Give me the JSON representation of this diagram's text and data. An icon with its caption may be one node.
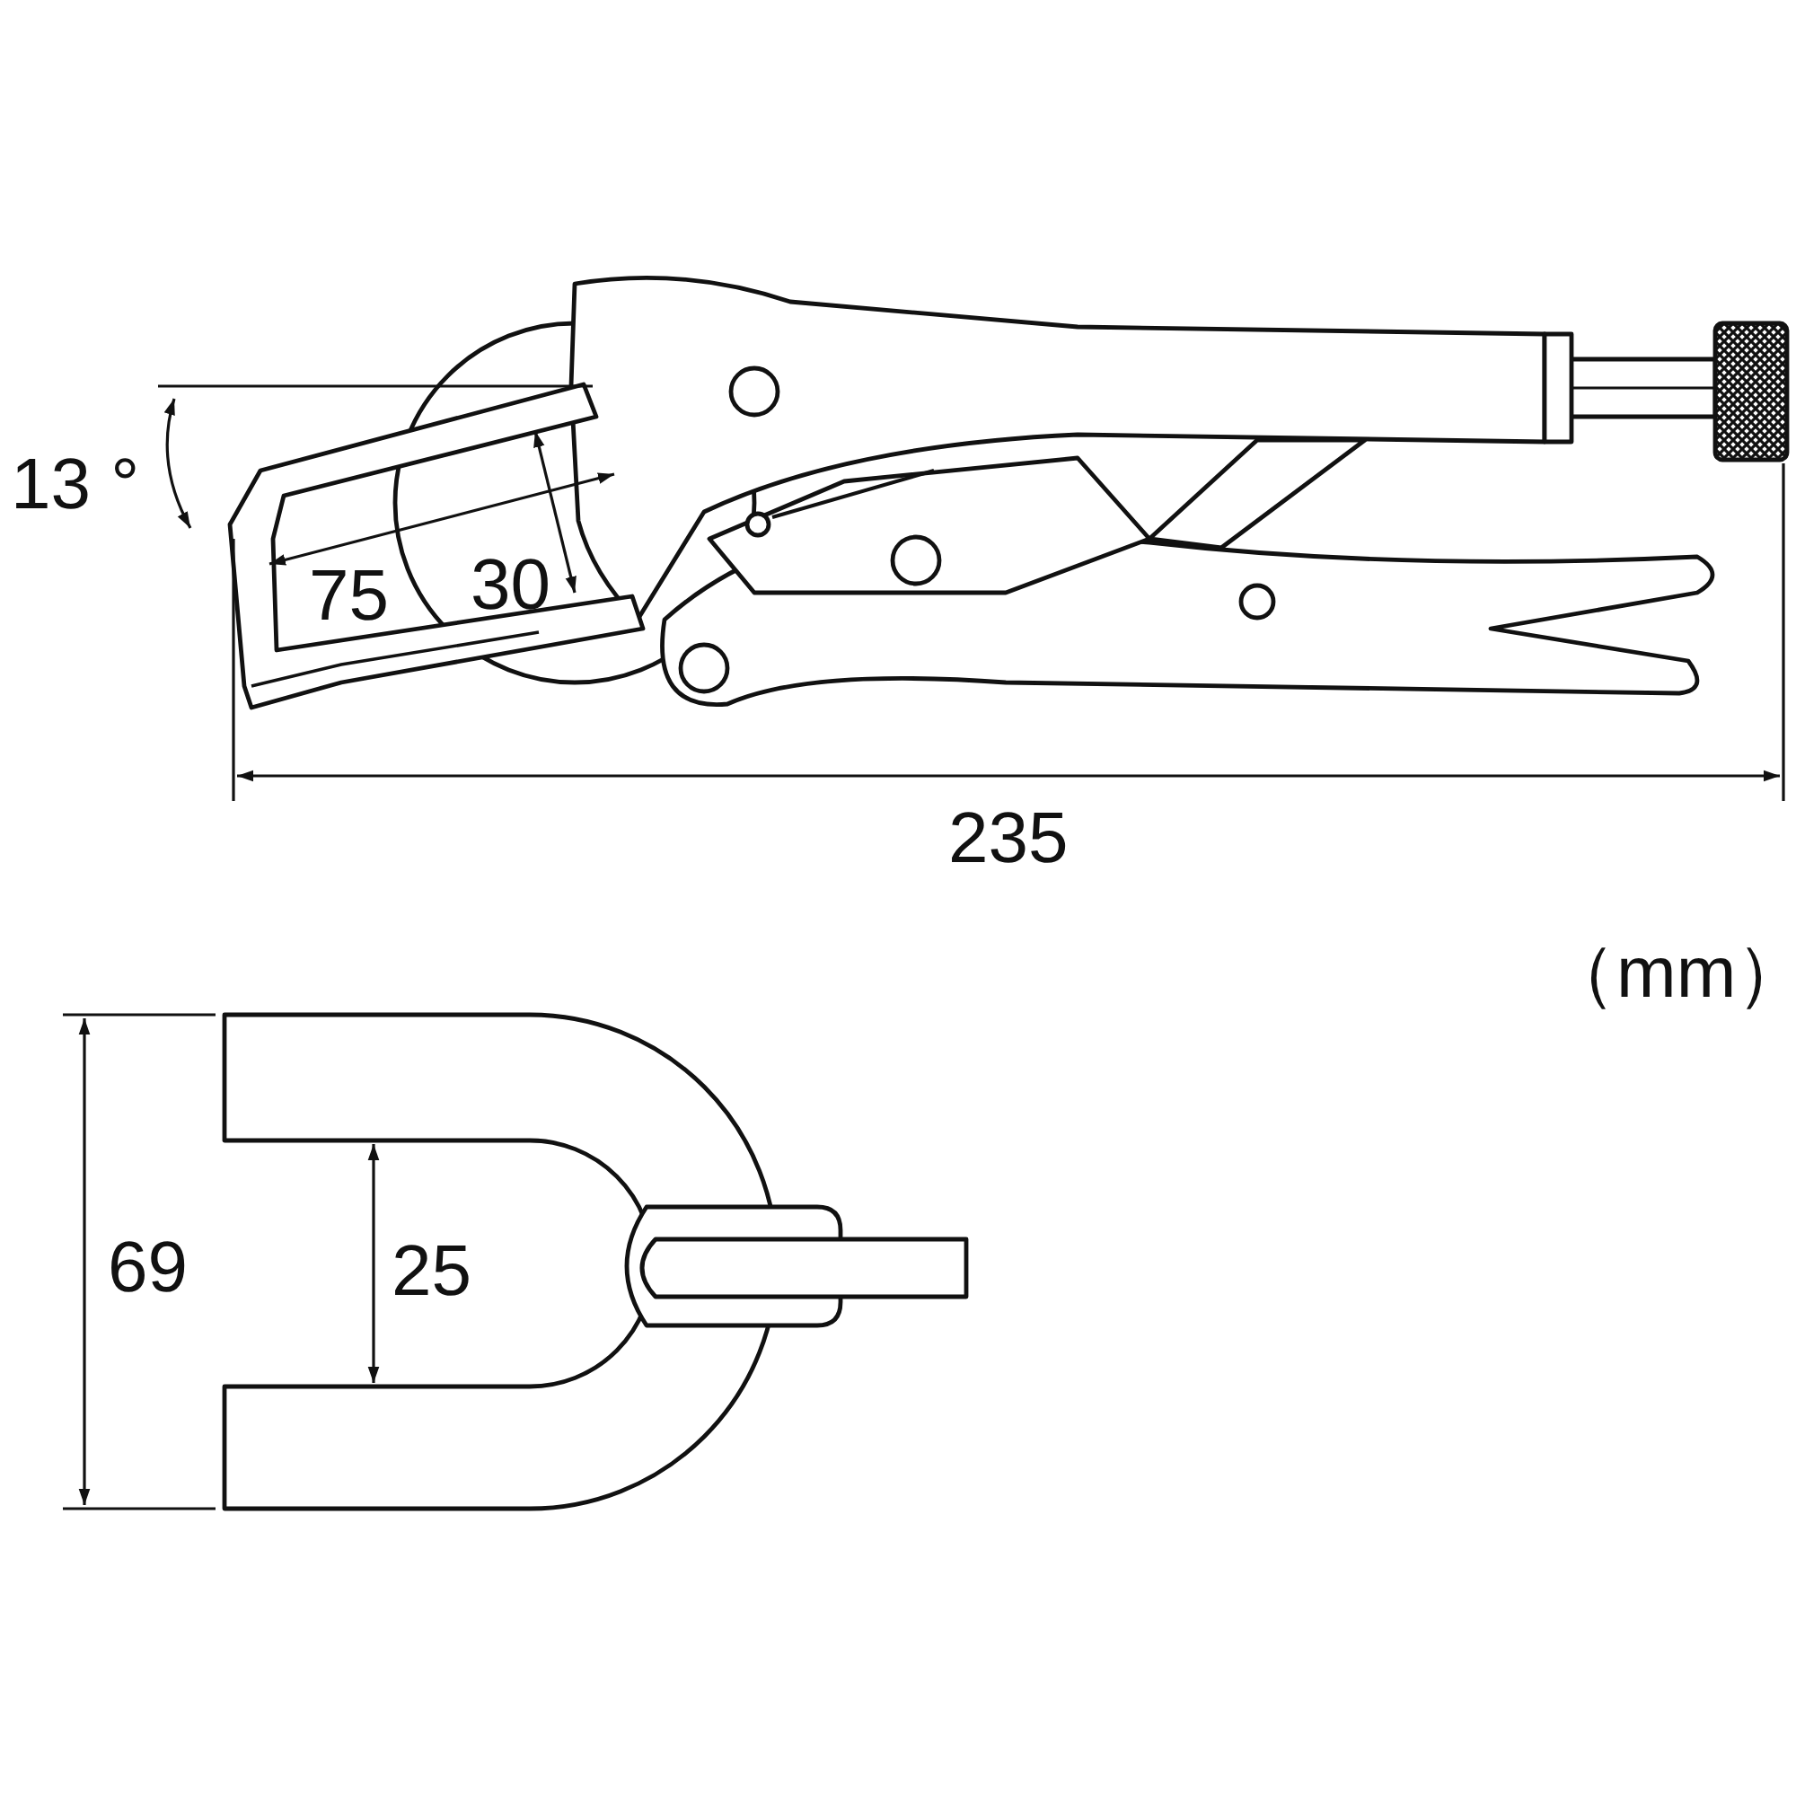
{
  "diagram": {
    "labels": [
      "13 °",
      "75",
      "30",
      "235",
      "（mm）",
      "69",
      "25"
    ]
  }
}
